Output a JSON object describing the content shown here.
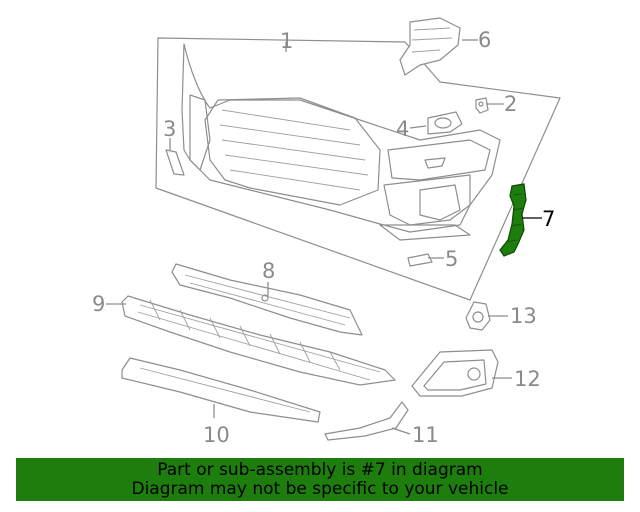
{
  "diagram": {
    "callouts": [
      {
        "id": "1",
        "label": "1"
      },
      {
        "id": "2",
        "label": "2"
      },
      {
        "id": "3",
        "label": "3"
      },
      {
        "id": "4",
        "label": "4"
      },
      {
        "id": "5",
        "label": "5"
      },
      {
        "id": "6",
        "label": "6"
      },
      {
        "id": "7",
        "label": "7"
      },
      {
        "id": "8",
        "label": "8"
      },
      {
        "id": "9",
        "label": "9"
      },
      {
        "id": "10",
        "label": "10"
      },
      {
        "id": "11",
        "label": "11"
      },
      {
        "id": "12",
        "label": "12"
      },
      {
        "id": "13",
        "label": "13"
      }
    ],
    "highlighted_part": "7",
    "highlight_color": "#1d7e0d"
  },
  "banner": {
    "line1": "Part or sub-assembly is #7 in diagram",
    "line2": "Diagram may not be specific to your vehicle",
    "background": "#1d7e0d"
  }
}
